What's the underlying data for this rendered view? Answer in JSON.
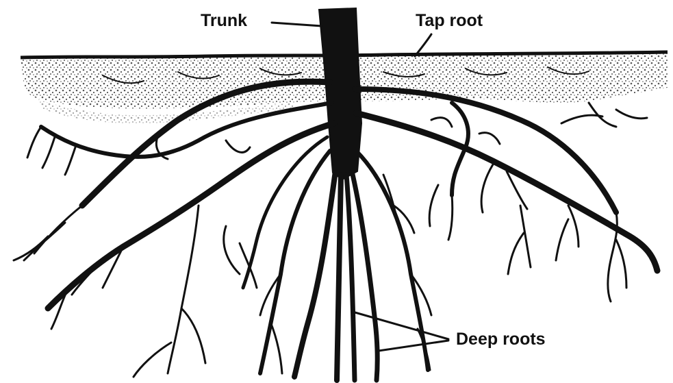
{
  "labels": {
    "trunk": "Trunk",
    "tap_root": "Tap root",
    "deep_roots": "Deep roots"
  },
  "colors": {
    "ink": "#111111",
    "soil_topsoil": "#9a9a9a",
    "background": "#ffffff"
  }
}
